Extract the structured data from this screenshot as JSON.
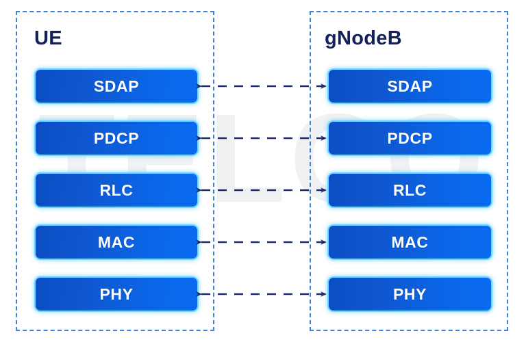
{
  "diagram": {
    "title_watermark": "TELCO",
    "background_color": "#ffffff",
    "panel_border_color": "#3d80d7",
    "box_gradient_from": "#0b4ec4",
    "box_gradient_to": "#0a6bf0",
    "box_glow_color": "#6ed6ff",
    "arrow_color": "#1d2a66",
    "title_color": "#122259",
    "label_color": "#ffffff"
  },
  "panels": [
    {
      "id": "ue",
      "title": "UE",
      "layers": [
        {
          "name": "SDAP"
        },
        {
          "name": "PDCP"
        },
        {
          "name": "RLC"
        },
        {
          "name": "MAC"
        },
        {
          "name": "PHY"
        }
      ]
    },
    {
      "id": "gnodeb",
      "title": "gNodeB",
      "layers": [
        {
          "name": "SDAP"
        },
        {
          "name": "PDCP"
        },
        {
          "name": "RLC"
        },
        {
          "name": "MAC"
        },
        {
          "name": "PHY"
        }
      ]
    }
  ],
  "connections": [
    {
      "from": "UE SDAP",
      "to": "gNodeB SDAP",
      "style": "dashed",
      "direction": "bidirectional"
    },
    {
      "from": "UE PDCP",
      "to": "gNodeB PDCP",
      "style": "dashed",
      "direction": "bidirectional"
    },
    {
      "from": "UE RLC",
      "to": "gNodeB RLC",
      "style": "dashed",
      "direction": "bidirectional"
    },
    {
      "from": "UE MAC",
      "to": "gNodeB MAC",
      "style": "dashed",
      "direction": "bidirectional"
    },
    {
      "from": "UE PHY",
      "to": "gNodeB PHY",
      "style": "dashed",
      "direction": "bidirectional"
    }
  ]
}
